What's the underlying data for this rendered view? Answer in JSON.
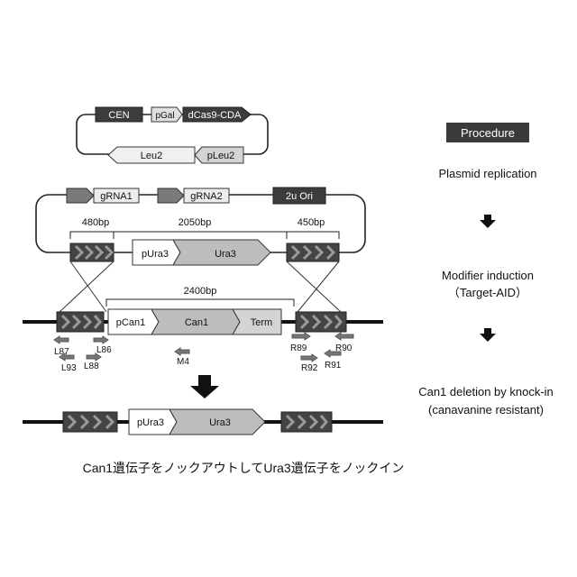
{
  "plasmid1": {
    "cen": "CEN",
    "pgal": "pGal",
    "dcas9": "dCas9-CDA",
    "leu2": "Leu2",
    "pleu2": "pLeu2"
  },
  "plasmid2": {
    "grna1": "gRNA1",
    "grna2": "gRNA2",
    "ori": "2u Ori",
    "len_left": "480bp",
    "len_mid": "2050bp",
    "len_right": "450bp",
    "pura3": "pUra3",
    "ura3": "Ura3"
  },
  "genome": {
    "len_can": "2400bp",
    "pcan1": "pCan1",
    "can1": "Can1",
    "term": "Term",
    "primers": {
      "l87": "L87",
      "l86": "L86",
      "l93": "L93",
      "l88": "L88",
      "m4": "M4",
      "r89": "R89",
      "r90": "R90",
      "r92": "R92",
      "r91": "R91"
    }
  },
  "result": {
    "pura3": "pUra3",
    "ura3": "Ura3"
  },
  "procedure": {
    "header": "Procedure",
    "step1": "Plasmid replication",
    "step2_line1": "Modifier induction",
    "step2_line2": "（Target-AID）",
    "step3_line1": "Can1 deletion by knock-in",
    "step3_line2": "(canavanine resistant)"
  },
  "caption": "Can1遺伝子をノックアウトしてUra3遺伝子をノックイン"
}
